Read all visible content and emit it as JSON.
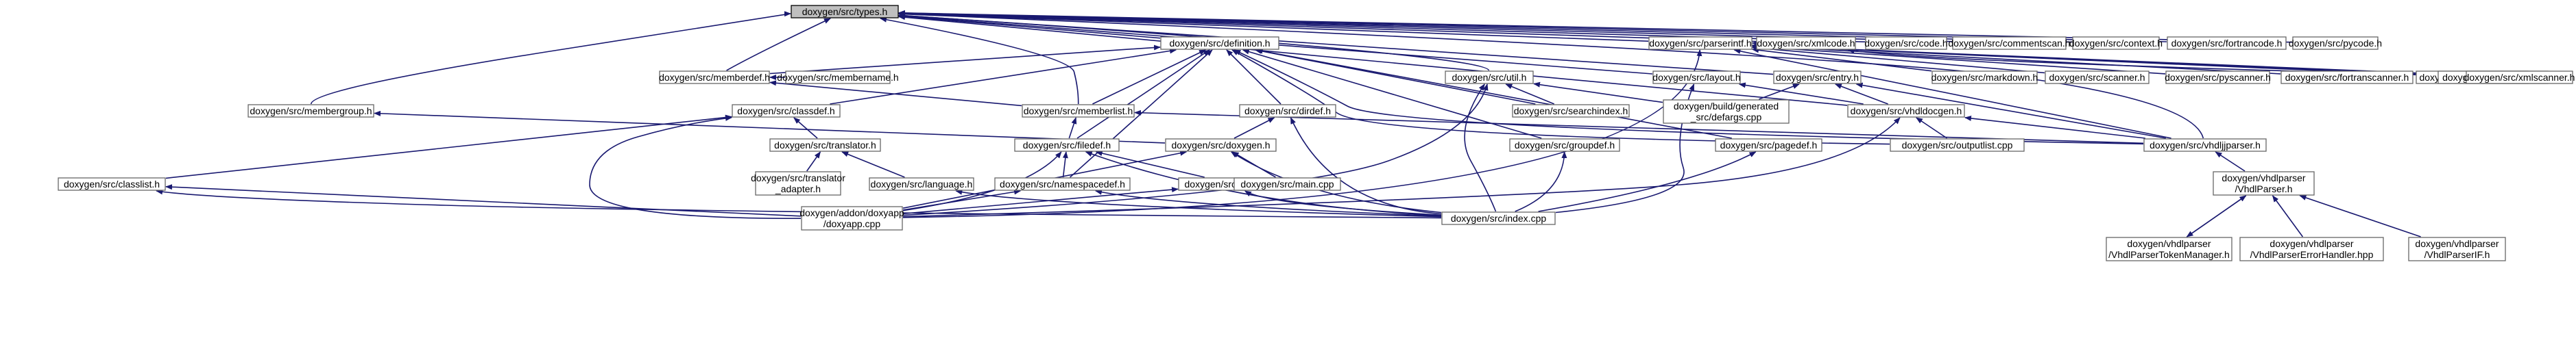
{
  "colors": {
    "edge": "#191970",
    "root_fill": "#bfbfbf",
    "node_fill": "#ffffff",
    "node_stroke": "#666666"
  },
  "nodes": {
    "types": {
      "label": [
        "doxygen/src/types.h"
      ],
      "root": true
    },
    "definition": {
      "label": [
        "doxygen/src/definition.h"
      ]
    },
    "parserintf": {
      "label": [
        "doxygen/src/parserintf.h"
      ]
    },
    "xmlcode": {
      "label": [
        "doxygen/src/xmlcode.h"
      ]
    },
    "code": {
      "label": [
        "doxygen/src/code.h"
      ]
    },
    "commentscan": {
      "label": [
        "doxygen/src/commentscan.h"
      ]
    },
    "context": {
      "label": [
        "doxygen/src/context.h"
      ]
    },
    "fortrancode": {
      "label": [
        "doxygen/src/fortrancode.h"
      ]
    },
    "pycode": {
      "label": [
        "doxygen/src/pycode.h"
      ]
    },
    "memberdef": {
      "label": [
        "doxygen/src/memberdef.h"
      ]
    },
    "membername": {
      "label": [
        "doxygen/src/membername.h"
      ]
    },
    "util": {
      "label": [
        "doxygen/src/util.h"
      ]
    },
    "layout": {
      "label": [
        "doxygen/src/layout.h"
      ]
    },
    "entry": {
      "label": [
        "doxygen/src/entry.h"
      ]
    },
    "markdown": {
      "label": [
        "doxygen/src/markdown.h"
      ]
    },
    "scanner": {
      "label": [
        "doxygen/src/scanner.h"
      ]
    },
    "pyscanner": {
      "label": [
        "doxygen/src/pyscanner.h"
      ]
    },
    "fortranscanner": {
      "label": [
        "doxygen/src/fortranscanner.h"
      ]
    },
    "tclscanner": {
      "label": [
        "doxygen/src/tclscanner.h"
      ]
    },
    "fileparser": {
      "label": [
        "doxygen/src/fileparser.h"
      ]
    },
    "xmlscanner": {
      "label": [
        "doxygen/src/xmlscanner.h"
      ]
    },
    "membergroup": {
      "label": [
        "doxygen/src/membergroup.h"
      ]
    },
    "classdef": {
      "label": [
        "doxygen/src/classdef.h"
      ]
    },
    "memberlist": {
      "label": [
        "doxygen/src/memberlist.h"
      ]
    },
    "dirdef": {
      "label": [
        "doxygen/src/dirdef.h"
      ]
    },
    "searchindex": {
      "label": [
        "doxygen/src/searchindex.h"
      ]
    },
    "defargs": {
      "label": [
        "doxygen/build/generated",
        "_src/defargs.cpp"
      ]
    },
    "vhdldocgen": {
      "label": [
        "doxygen/src/vhdldocgen.h"
      ]
    },
    "translator": {
      "label": [
        "doxygen/src/translator.h"
      ]
    },
    "filedef": {
      "label": [
        "doxygen/src/filedef.h"
      ]
    },
    "doxygen": {
      "label": [
        "doxygen/src/doxygen.h"
      ]
    },
    "groupdef": {
      "label": [
        "doxygen/src/groupdef.h"
      ]
    },
    "pagedef": {
      "label": [
        "doxygen/src/pagedef.h"
      ]
    },
    "outputlist": {
      "label": [
        "doxygen/src/outputlist.cpp"
      ]
    },
    "vhdljjparser": {
      "label": [
        "doxygen/src/vhdljjparser.h"
      ]
    },
    "translator_adapter": {
      "label": [
        "doxygen/src/translator",
        "_adapter.h"
      ]
    },
    "language": {
      "label": [
        "doxygen/src/language.h"
      ]
    },
    "namespacedef": {
      "label": [
        "doxygen/src/namespacedef.h"
      ]
    },
    "filename": {
      "label": [
        "doxygen/src/filename.h"
      ]
    },
    "maincpp": {
      "label": [
        "doxygen/src/main.cpp"
      ]
    },
    "VhdlParser": {
      "label": [
        "doxygen/vhdlparser",
        "/VhdlParser.h"
      ]
    },
    "classlist": {
      "label": [
        "doxygen/src/classlist.h"
      ]
    },
    "doxyapp": {
      "label": [
        "doxygen/addon/doxyapp",
        "/doxyapp.cpp"
      ]
    },
    "indexcpp": {
      "label": [
        "doxygen/src/index.cpp"
      ]
    },
    "TokenManager": {
      "label": [
        "doxygen/vhdlparser",
        "/VhdlParserTokenManager.h"
      ]
    },
    "ErrorHandler": {
      "label": [
        "doxygen/vhdlparser",
        "/VhdlParserErrorHandler.hpp"
      ]
    },
    "VhdlParserIF": {
      "label": [
        "doxygen/vhdlparser",
        "/VhdlParserIF.h"
      ]
    }
  },
  "edges": [
    [
      "definition",
      "types"
    ],
    [
      "parserintf",
      "types"
    ],
    [
      "xmlcode",
      "types"
    ],
    [
      "code",
      "types"
    ],
    [
      "commentscan",
      "types"
    ],
    [
      "context",
      "types"
    ],
    [
      "fortrancode",
      "types"
    ],
    [
      "pycode",
      "types"
    ],
    [
      "memberdef",
      "types"
    ],
    [
      "util",
      "types"
    ],
    [
      "layout",
      "types"
    ],
    [
      "entry",
      "types"
    ],
    [
      "membergroup",
      "types"
    ],
    [
      "memberlist",
      "types"
    ],
    [
      "vhdldocgen",
      "types"
    ],
    [
      "vhdljjparser",
      "types"
    ],
    [
      "memberdef",
      "definition"
    ],
    [
      "classdef",
      "definition"
    ],
    [
      "memberlist",
      "definition"
    ],
    [
      "dirdef",
      "definition"
    ],
    [
      "searchindex",
      "definition"
    ],
    [
      "filedef",
      "definition"
    ],
    [
      "namespacedef",
      "definition"
    ],
    [
      "groupdef",
      "definition"
    ],
    [
      "pagedef",
      "definition"
    ],
    [
      "outputlist",
      "definition"
    ],
    [
      "vhdljjparser",
      "definition"
    ],
    [
      "membername",
      "memberdef"
    ],
    [
      "memberlist",
      "memberdef"
    ],
    [
      "searchindex",
      "util"
    ],
    [
      "defargs",
      "util"
    ],
    [
      "doxyapp",
      "util"
    ],
    [
      "indexcpp",
      "util"
    ],
    [
      "vhdldocgen",
      "layout"
    ],
    [
      "indexcpp",
      "layout"
    ],
    [
      "defargs",
      "entry"
    ],
    [
      "vhdldocgen",
      "entry"
    ],
    [
      "vhdljjparser",
      "entry"
    ],
    [
      "xmlcode",
      "parserintf"
    ],
    [
      "markdown",
      "parserintf"
    ],
    [
      "scanner",
      "parserintf"
    ],
    [
      "pyscanner",
      "parserintf"
    ],
    [
      "fortranscanner",
      "parserintf"
    ],
    [
      "tclscanner",
      "parserintf"
    ],
    [
      "fileparser",
      "parserintf"
    ],
    [
      "xmlscanner",
      "parserintf"
    ],
    [
      "vhdljjparser",
      "parserintf"
    ],
    [
      "doxyapp",
      "parserintf"
    ],
    [
      "xmlscanner",
      "xmlcode"
    ],
    [
      "doxygen",
      "membergroup"
    ],
    [
      "translator",
      "classdef"
    ],
    [
      "classlist",
      "classdef"
    ],
    [
      "doxyapp",
      "classdef"
    ],
    [
      "filedef",
      "memberlist"
    ],
    [
      "vhdljjparser",
      "memberlist"
    ],
    [
      "doxygen",
      "dirdef"
    ],
    [
      "indexcpp",
      "dirdef"
    ],
    [
      "outputlist",
      "vhdldocgen"
    ],
    [
      "vhdljjparser",
      "vhdldocgen"
    ],
    [
      "doxyapp",
      "vhdldocgen"
    ],
    [
      "translator_adapter",
      "translator"
    ],
    [
      "language",
      "translator"
    ],
    [
      "namespacedef",
      "filedef"
    ],
    [
      "filename",
      "filedef"
    ],
    [
      "doxyapp",
      "filedef"
    ],
    [
      "indexcpp",
      "filedef"
    ],
    [
      "maincpp",
      "doxygen"
    ],
    [
      "doxyapp",
      "doxygen"
    ],
    [
      "indexcpp",
      "doxygen"
    ],
    [
      "indexcpp",
      "groupdef"
    ],
    [
      "indexcpp",
      "pagedef"
    ],
    [
      "VhdlParser",
      "vhdljjparser"
    ],
    [
      "indexcpp",
      "language"
    ],
    [
      "doxyapp",
      "namespacedef"
    ],
    [
      "indexcpp",
      "namespacedef"
    ],
    [
      "doxyapp",
      "filename"
    ],
    [
      "indexcpp",
      "filename"
    ],
    [
      "TokenManager",
      "VhdlParser"
    ],
    [
      "VhdlParser",
      "TokenManager"
    ],
    [
      "ErrorHandler",
      "VhdlParser"
    ],
    [
      "VhdlParserIF",
      "VhdlParser"
    ],
    [
      "doxyapp",
      "classlist"
    ],
    [
      "indexcpp",
      "classlist"
    ]
  ]
}
